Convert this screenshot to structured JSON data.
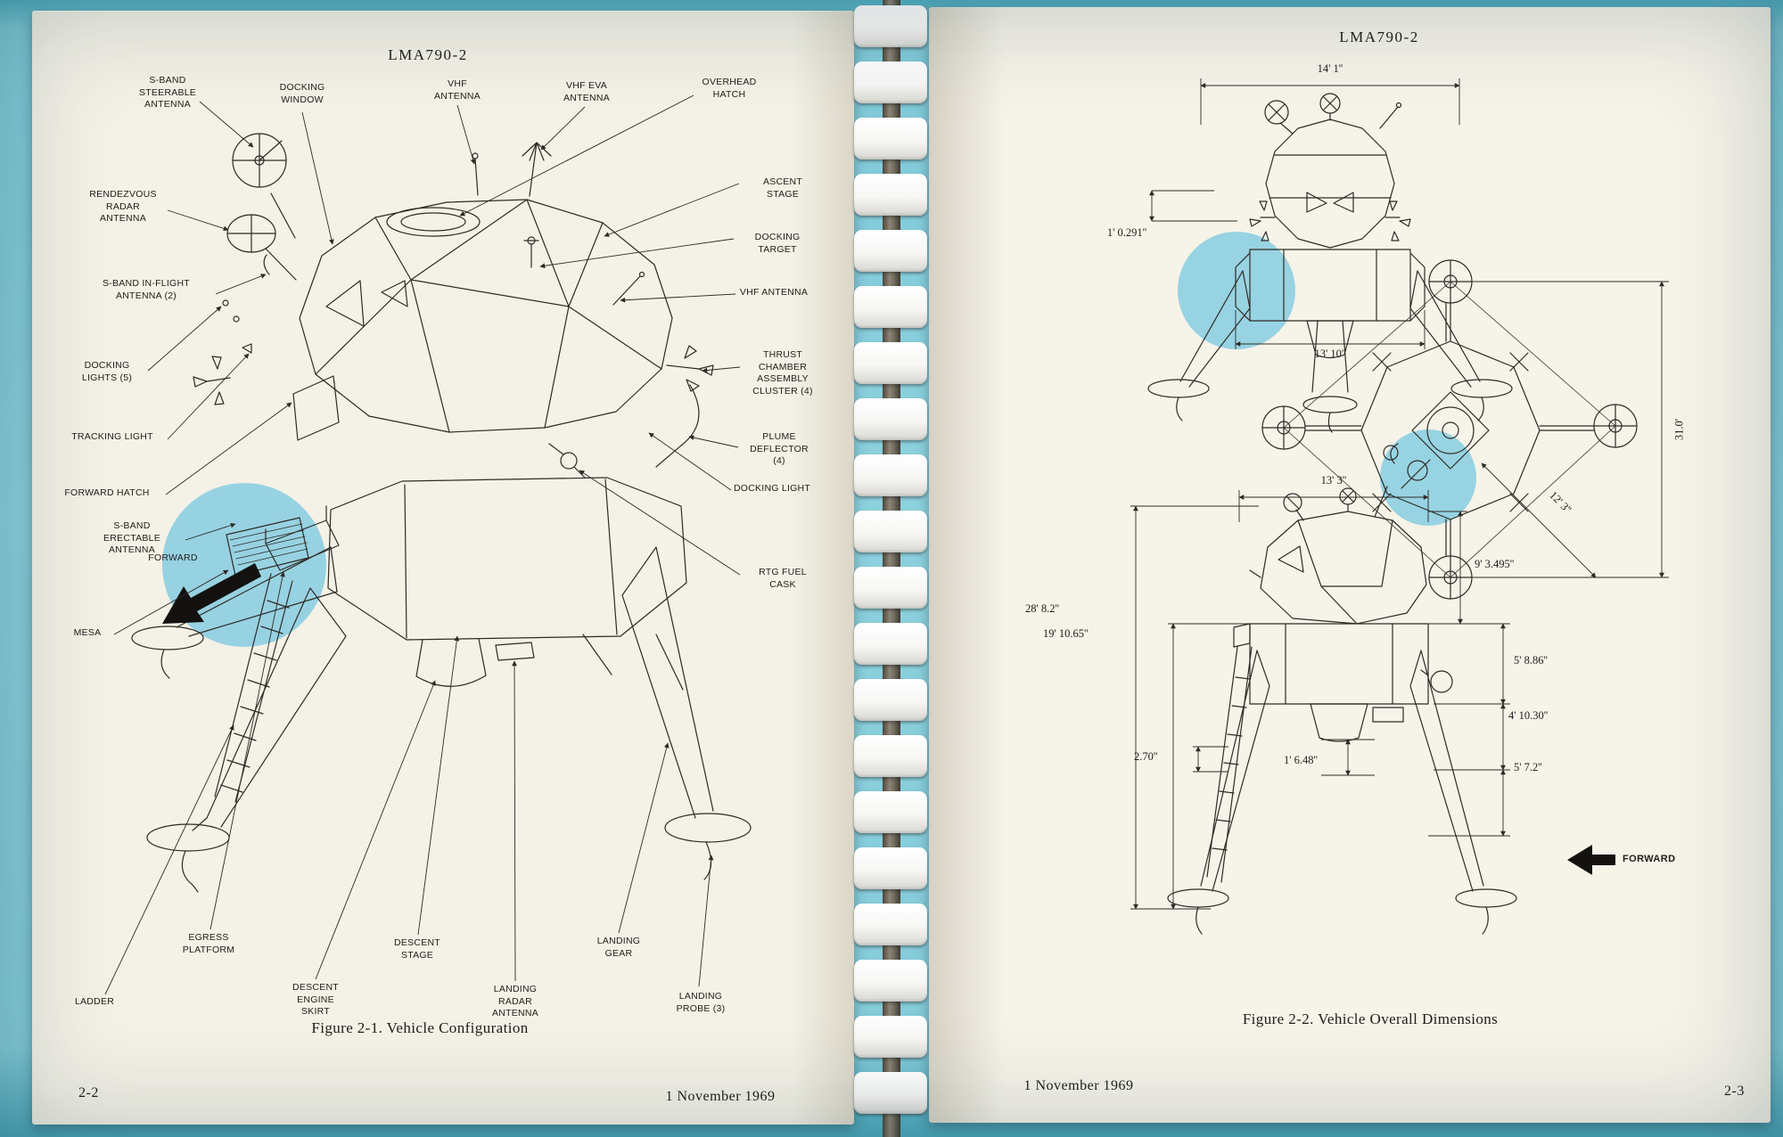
{
  "colors": {
    "background_teal": "#85cbd9",
    "page_cream": "#f4f1e6",
    "highlight_blue": "#86cde1"
  },
  "doc": {
    "left_page": {
      "header": "LMA790-2",
      "caption": "Figure 2-1.  Vehicle Configuration",
      "page_number": "2-2",
      "date": "1 November 1969",
      "labels": {
        "s_band_steerable": "S-BAND\nSTEERABLE\nANTENNA",
        "docking_window": "DOCKING\nWINDOW",
        "vhf_antenna_top": "VHF\nANTENNA",
        "vhf_eva_antenna": "VHF EVA\nANTENNA",
        "overhead_hatch": "OVERHEAD\nHATCH",
        "ascent_stage": "ASCENT STAGE",
        "docking_target": "DOCKING TARGET",
        "vhf_antenna_right": "VHF ANTENNA",
        "rendezvous_radar": "RENDEZVOUS\nRADAR\nANTENNA",
        "s_band_inflight": "S-BAND IN-FLIGHT\nANTENNA (2)",
        "docking_lights": "DOCKING\nLIGHTS (5)",
        "tracking_light": "TRACKING LIGHT",
        "forward_hatch": "FORWARD HATCH",
        "s_band_erectable": "S-BAND\nERECTABLE\nANTENNA",
        "forward": "FORWARD",
        "mesa": "MESA",
        "thrust_chamber": "THRUST\nCHAMBER\nASSEMBLY\nCLUSTER (4)",
        "plume_deflector": "PLUME\nDEFLECTOR\n(4)",
        "docking_light": "DOCKING LIGHT",
        "rtg_fuel_cask": "RTG FUEL CASK",
        "egress_platform": "EGRESS\nPLATFORM",
        "ladder": "LADDER",
        "descent_engine_skirt": "DESCENT\nENGINE\nSKIRT",
        "descent_stage": "DESCENT\nSTAGE",
        "landing_radar": "LANDING\nRADAR\nANTENNA",
        "landing_gear": "LANDING\nGEAR",
        "landing_probe": "LANDING\nPROBE (3)"
      }
    },
    "right_page": {
      "header": "LMA790-2",
      "caption": "Figure 2-2.  Vehicle Overall Dimensions",
      "page_number": "2-3",
      "date": "1 November 1969",
      "dimensions": {
        "front_width": "14' 1''",
        "front_offset": "1' 0.291''",
        "front_base": "13' 10''",
        "top_span": "31.0'",
        "top_diag": "12' 3''",
        "side_width": "13' 3''",
        "ascent_height": "9' 3.495''",
        "descent_height": "5' 8.86''",
        "skirt_clearance": "4' 10.30''",
        "probe_height": "5' 7.2''",
        "overall_height": "28' 8.2''",
        "gear_height": "19' 10.65''",
        "pad_offset": "2.70''",
        "probe_length": "1' 6.48''",
        "forward": "FORWARD"
      }
    }
  }
}
